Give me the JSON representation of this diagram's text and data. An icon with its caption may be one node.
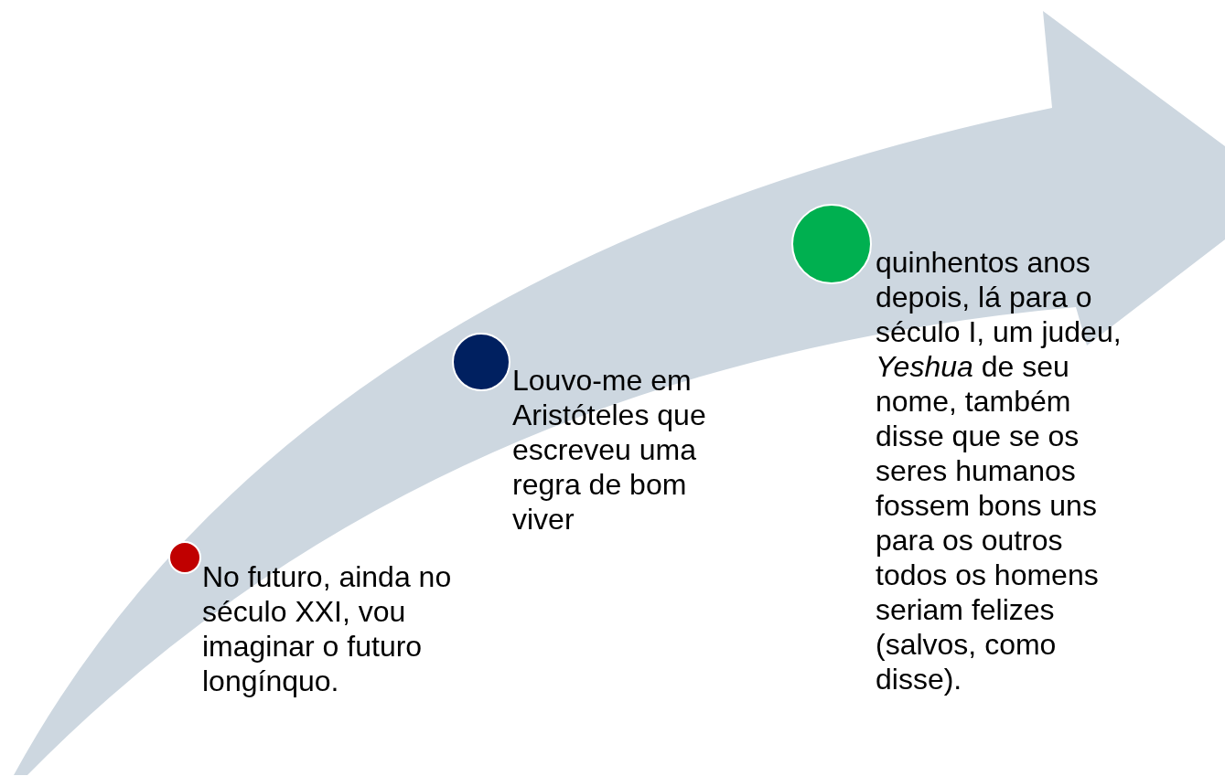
{
  "diagram": {
    "nodes": [
      {
        "text": [],
        "shape": "circle",
        "beside": [
          "No futuro, ainda no século XXI, vou imaginar o futuro longínquo."
        ]
      },
      {
        "text": [],
        "shape": "circle",
        "beside": [
          "Louvo-me em Aristóteles que escreveu uma regra de bom viver"
        ]
      },
      {
        "text": [],
        "shape": "circle",
        "beside": [
          "quinhentos anos depois, lá para o século I, um judeu, *Yeshua* de seu nome, também disse que se os seres humanos fossem bons uns para os outros todos os homens seriam felizes (salvos, como disse)."
        ]
      }
    ]
  }
}
